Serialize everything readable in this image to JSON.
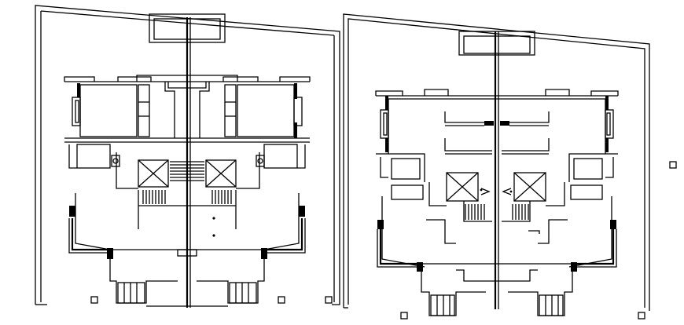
{
  "drawing": {
    "kind": "architectural floor plan",
    "line_color": "#000000",
    "background": "#ffffff",
    "plans": [
      {
        "id": "left-plan",
        "units": 2,
        "elevators": 2,
        "stair_shared": true
      },
      {
        "id": "right-plan",
        "units": 2,
        "elevators": 2,
        "stair_shared": true
      }
    ]
  }
}
